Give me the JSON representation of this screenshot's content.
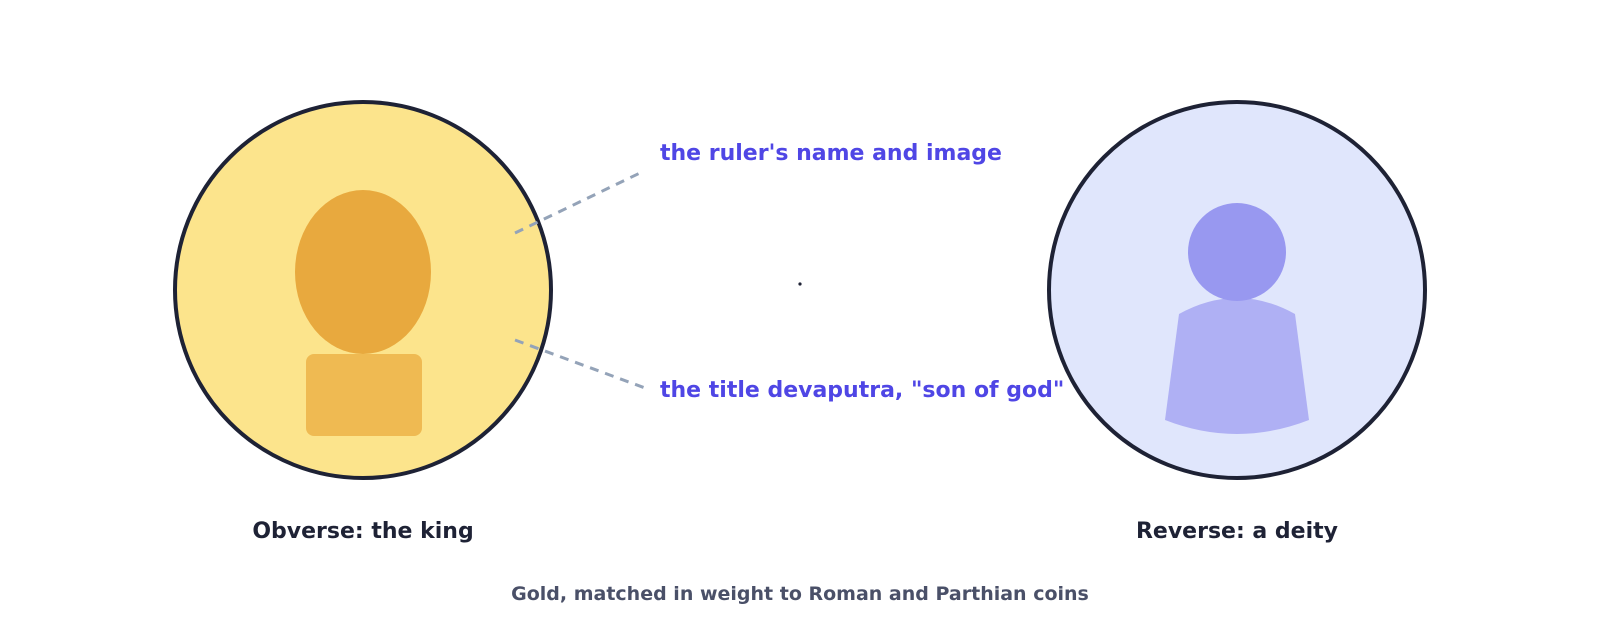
{
  "obverse": {
    "caption": "Obverse: the king",
    "fill_color": "#fce48c",
    "head_color": "#e8a93e",
    "body_color": "#efba52"
  },
  "reverse": {
    "caption": "Reverse: a deity",
    "fill_color": "#e0e6fc",
    "head_color": "#9898f0",
    "body_color": "#afb0f4"
  },
  "annotations": [
    {
      "text": "the ruler's name and image"
    },
    {
      "text": "the title devaputra, \"son of god\""
    }
  ],
  "footer": "Gold, matched in weight to Roman and Parthian coins",
  "colors": {
    "outline": "#1e2235",
    "annotation_text": "#4f46e5",
    "leader_line": "#94a3b8",
    "caption_text": "#1e2235",
    "footer_text": "#4a5068"
  }
}
